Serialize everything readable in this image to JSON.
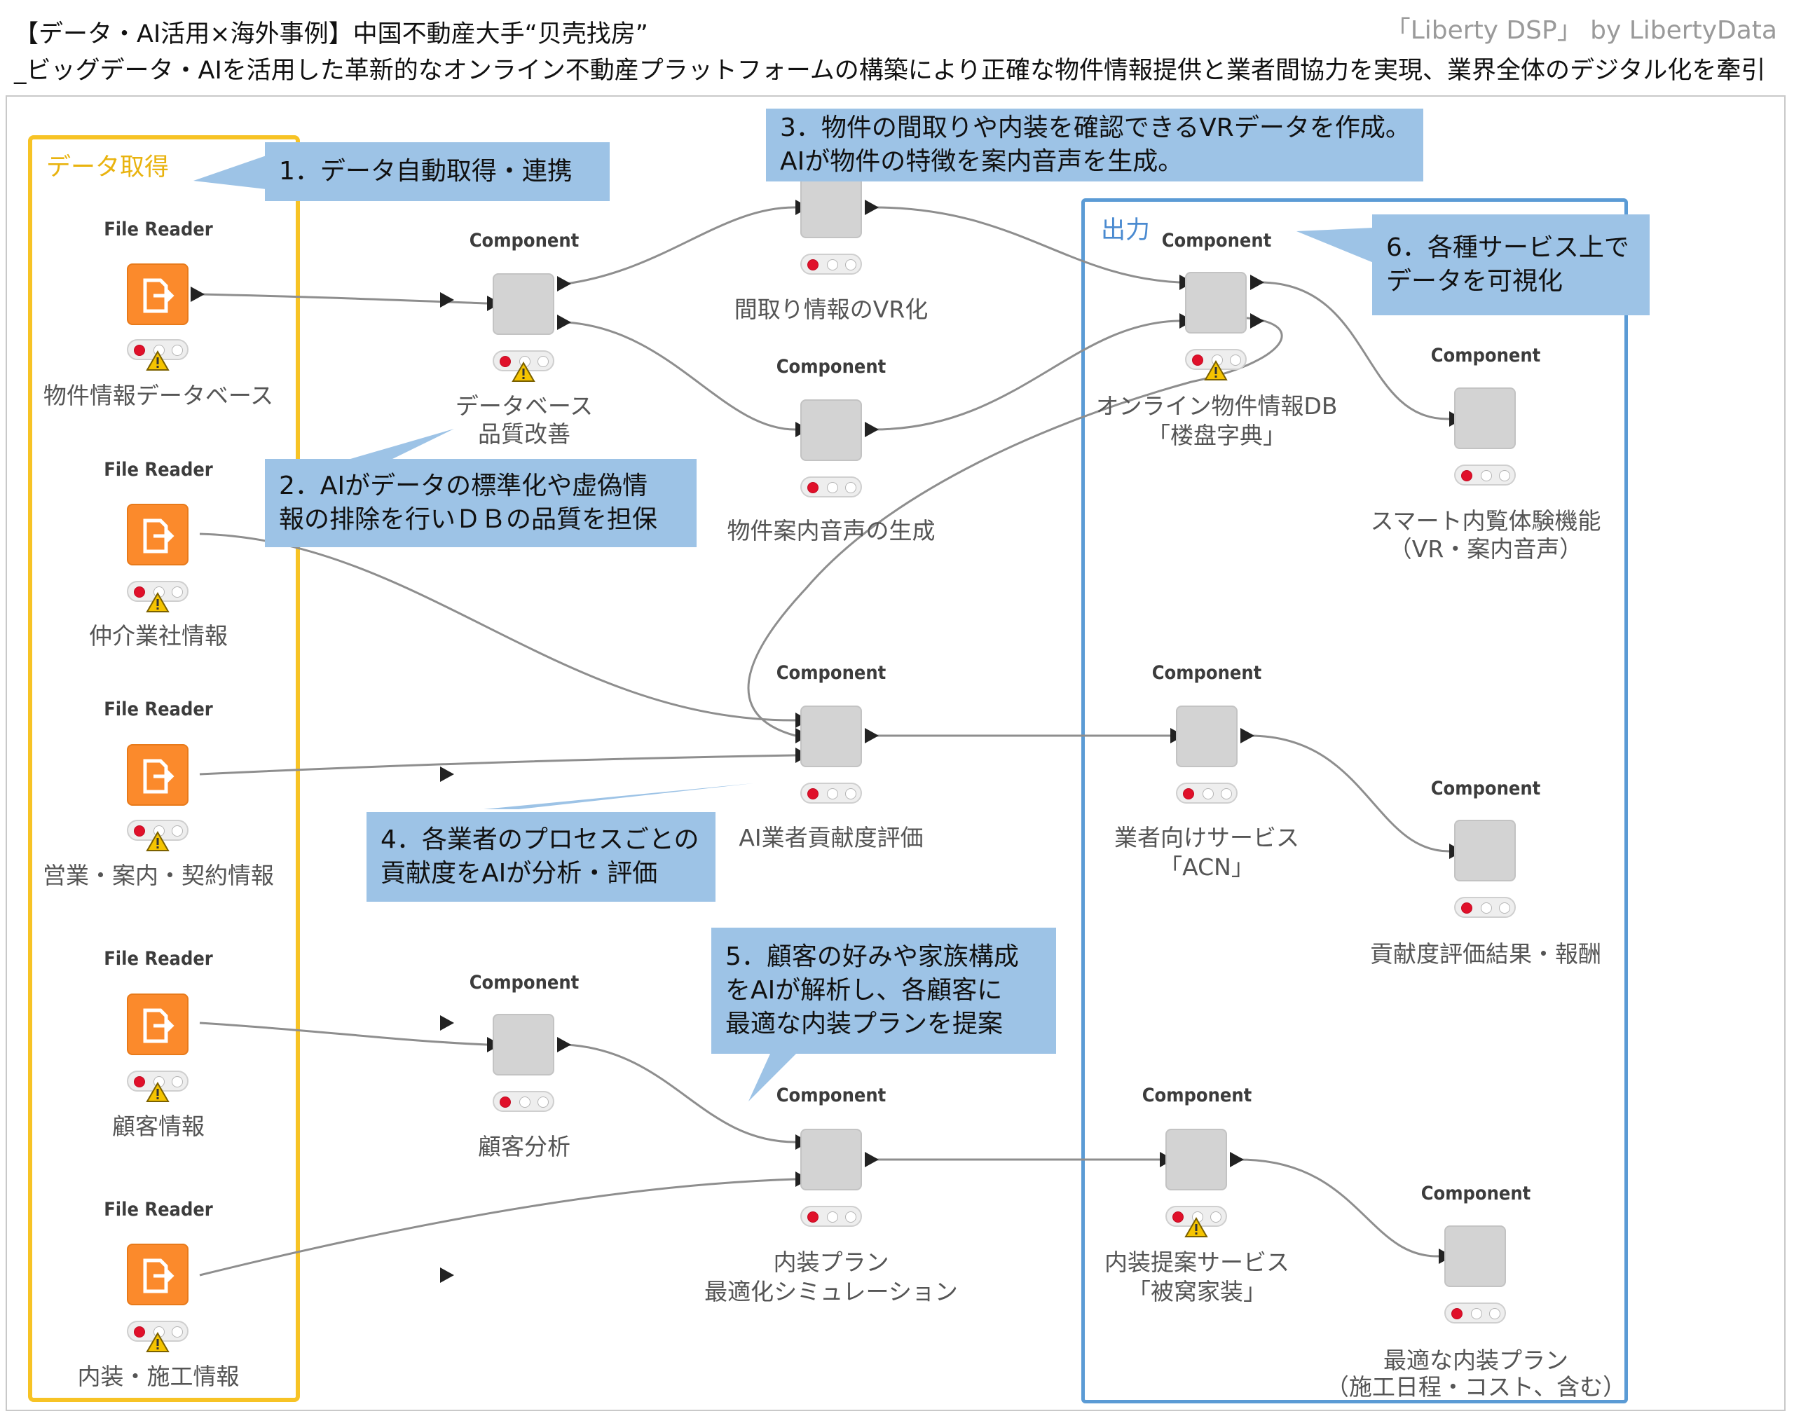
{
  "header": {
    "title_line1": "【データ・AI活用×海外事例】中国不動産大手“贝壳找房”",
    "title_line2": "_ビッグデータ・AIを活用した革新的なオンライン不動産プラットフォームの構築により正確な物件情報提供と業者間協力を実現、業界全体のデジタル化を牽引",
    "credit": "「Liberty DSP」 by LibertyData"
  },
  "groups": {
    "input_label": "データ取得",
    "output_label": "出力"
  },
  "nodes": {
    "reader_property_db": {
      "type": "File Reader",
      "label": "物件情報データベース"
    },
    "reader_broker": {
      "type": "File Reader",
      "label": "仲介業社情報"
    },
    "reader_sales": {
      "type": "File Reader",
      "label": "営業・案内・契約情報"
    },
    "reader_customer": {
      "type": "File Reader",
      "label": "顧客情報"
    },
    "reader_interior": {
      "type": "File Reader",
      "label": "内装・施工情報"
    },
    "comp_db_quality": {
      "type": "Component",
      "label_line1": "データベース",
      "label_line2": "品質改善"
    },
    "comp_vr": {
      "type": "Component",
      "label": "間取り情報のVR化"
    },
    "comp_voice": {
      "type": "Component",
      "label": "物件案内音声の生成"
    },
    "comp_ai_eval": {
      "type": "Component",
      "label": "AI業者貢献度評価"
    },
    "comp_customer": {
      "type": "Component",
      "label": "顧客分析"
    },
    "comp_plan_sim": {
      "type": "Component",
      "label_line1": "内装プラン",
      "label_line2": "最適化シミュレーション"
    },
    "comp_online_db": {
      "type": "Component",
      "label_line1": "オンライン物件情報DB",
      "label_line2": "「楼盘字典」"
    },
    "comp_smart_view": {
      "type": "Component",
      "label_line1": "スマート内覧体験機能",
      "label_line2": "（VR・案内音声）"
    },
    "comp_acn": {
      "type": "Component",
      "label_line1": "業者向けサービス",
      "label_line2": "「ACN」"
    },
    "comp_contrib_result": {
      "type": "Component",
      "label": "貢献度評価結果・報酬"
    },
    "comp_interior_service": {
      "type": "Component",
      "label_line1": "内装提案サービス",
      "label_line2": "「被窝家装」"
    },
    "comp_best_plan": {
      "type": "Component",
      "label_line1": "最適な内装プラン",
      "label_line2": "（施工日程・コスト、含む）"
    }
  },
  "callouts": {
    "c1": {
      "lines": [
        "1．データ自動取得・連携"
      ]
    },
    "c2": {
      "lines": [
        "2．AIがデータの標準化や虚偽情",
        "報の排除を行いＤＢの品質を担保"
      ]
    },
    "c3": {
      "lines": [
        "3．物件の間取りや内装を確認できるVRデータを作成。",
        "AIが物件の特徴を案内音声を生成。"
      ]
    },
    "c4": {
      "lines": [
        "4．各業者のプロセスごとの",
        "貢献度をAIが分析・評価"
      ]
    },
    "c5": {
      "lines": [
        "5．顧客の好みや家族構成",
        "をAIが解析し、各顧客に",
        "最適な内装プランを提案"
      ]
    },
    "c6": {
      "lines": [
        "6．各種サービス上で",
        "データを可視化"
      ]
    }
  },
  "colors": {
    "reader_orange": "#fb8a2c",
    "component_gray": "#d3d3d3",
    "input_group_yellow": "#f7c325",
    "output_group_blue": "#5b9bd5",
    "callout_blue": "#9dc3e6",
    "status_red": "#e0102a",
    "warning_yellow": "#f5c400"
  }
}
